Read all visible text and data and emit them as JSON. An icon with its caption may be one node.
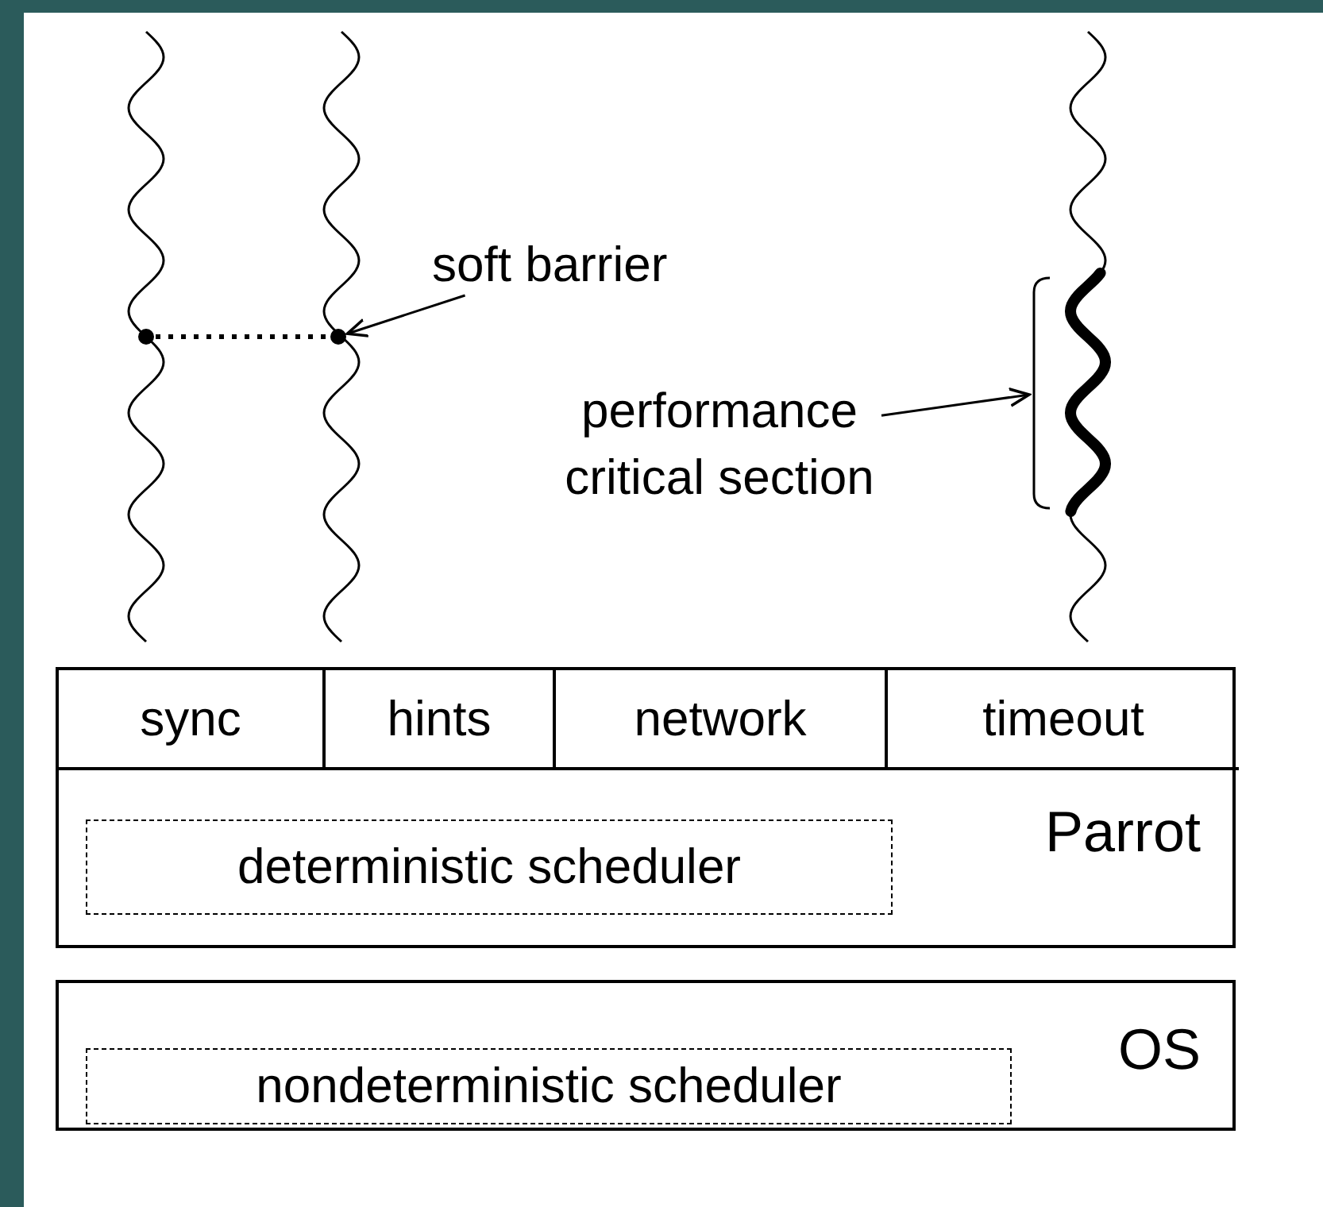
{
  "diagram": {
    "nodes": [
      {
        "text": [],
        "shape": "circle"
      },
      {
        "text": [],
        "shape": "circle"
      },
      {
        "text": [
          "soft barrier"
        ]
      },
      {
        "text": [
          "performance critical section"
        ]
      },
      {
        "text": [
          "Parrot"
        ]
      },
      {
        "text": [
          "sync"
        ],
        "in": 4
      },
      {
        "text": [
          "hints"
        ],
        "in": 4
      },
      {
        "text": [
          "network"
        ],
        "in": 4
      },
      {
        "text": [
          "timeout"
        ],
        "in": 4
      },
      {
        "text": [
          "deterministic scheduler"
        ],
        "in": 4
      },
      {
        "text": [
          "OS"
        ]
      },
      {
        "text": [
          "nondeterministic scheduler"
        ],
        "in": 10
      },
      {
        "text": [],
        "shape": "bracket"
      }
    ],
    "edges": [
      {
        "from": 0,
        "to": 1,
        "arrow": "none",
        "style": "dashed"
      },
      {
        "from": 2,
        "to": 1,
        "arrow": "to"
      },
      {
        "from": 3,
        "to": 12,
        "arrow": "to"
      }
    ]
  }
}
